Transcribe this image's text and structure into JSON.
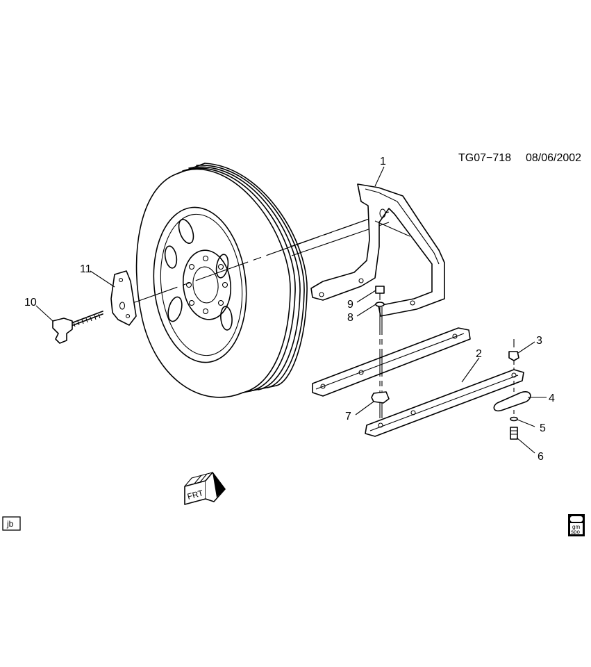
{
  "header": {
    "drawing_id": "TG07−718",
    "date": "08/06/2002"
  },
  "callouts": [
    "1",
    "2",
    "3",
    "4",
    "5",
    "6",
    "7",
    "8",
    "9",
    "10",
    "11"
  ],
  "direction_arrow": {
    "label": "FRT"
  },
  "corner_tag": {
    "label": "jb"
  },
  "logo": {
    "line1": "gm",
    "line2": "spo"
  }
}
